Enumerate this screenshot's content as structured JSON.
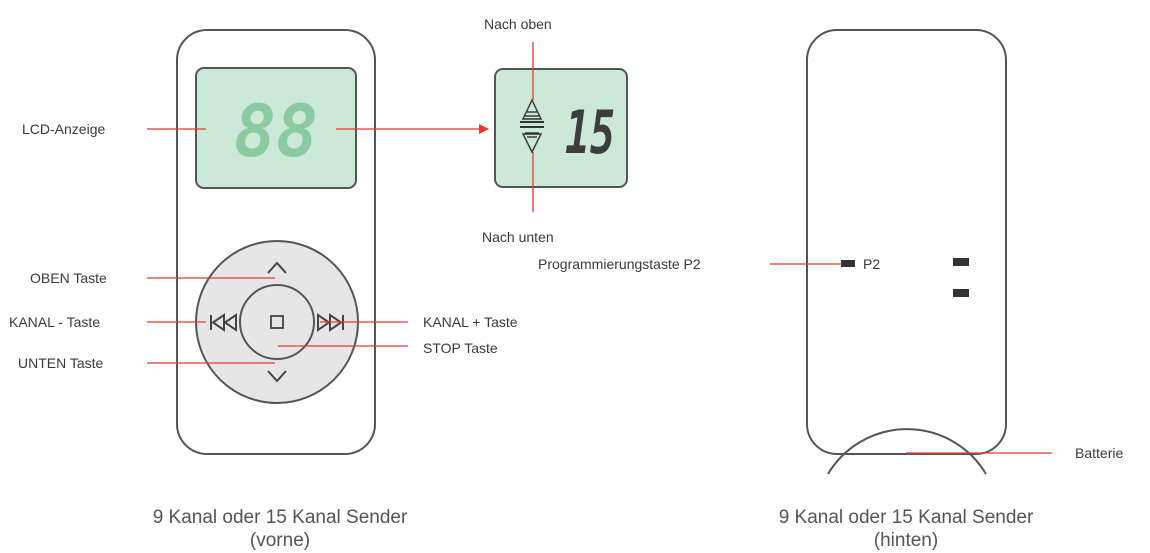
{
  "colors": {
    "outline": "#555555",
    "lcd_bg": "#cce9d7",
    "lcd_digit_dim": "#8ccaa2",
    "lcd_digit": "#3d3d3d",
    "pointer_red": "#e53935",
    "dpad_bg": "#e6e6e6",
    "marker": "#333333"
  },
  "front_remote": {
    "lcd_value": "88",
    "labels": {
      "lcd": "LCD-Anzeige",
      "up_button": "OBEN Taste",
      "channel_minus": "KANAL - Taste",
      "down_button": "UNTEN Taste",
      "channel_plus": "KANAL + Taste",
      "stop_button": "STOP Taste"
    },
    "caption": {
      "line1": "9 Kanal oder 15 Kanal Sender",
      "line2": "(vorne)"
    }
  },
  "lcd_detail": {
    "channel_value": "15",
    "label_up": "Nach oben",
    "label_down": "Nach unten"
  },
  "back_remote": {
    "labels": {
      "programming": "Programmierungstaste P2",
      "p2": "P2",
      "battery": "Batterie"
    },
    "caption": {
      "line1": "9 Kanal oder 15 Kanal Sender",
      "line2": "(hinten)"
    }
  }
}
